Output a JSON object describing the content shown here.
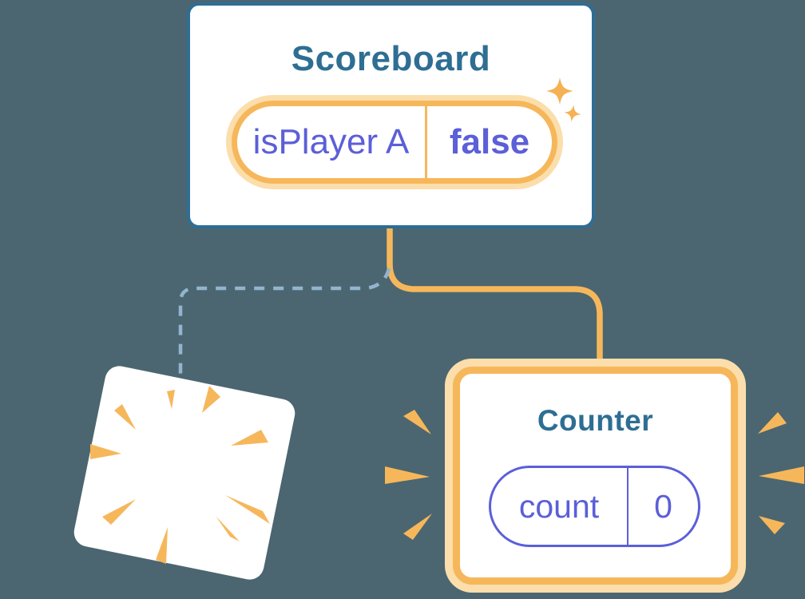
{
  "scoreboard": {
    "title": "Scoreboard",
    "state": {
      "name": "isPlayer A",
      "value": "false"
    }
  },
  "counter": {
    "title": "Counter",
    "state": {
      "name": "count",
      "value": "0"
    }
  },
  "icons": {
    "sparkles": "two four-point stars (new state created)",
    "poof_burst": "radial orange wedges (component destroyed)",
    "emphasis_rays": "three wedges on each side of Counter card"
  },
  "colors": {
    "background": "#4B6670",
    "card_background": "#FFFFFF",
    "scoreboard_border": "#2E6D96",
    "title_text": "#2E6E93",
    "orange": "#F6B75B",
    "orange_halo": "#FBDEAB",
    "state_text": "#5B5FD8",
    "counter_pill_border": "#5B5FD8",
    "dashed_line": "#92B4CE",
    "sparkle": "#F5B152"
  }
}
